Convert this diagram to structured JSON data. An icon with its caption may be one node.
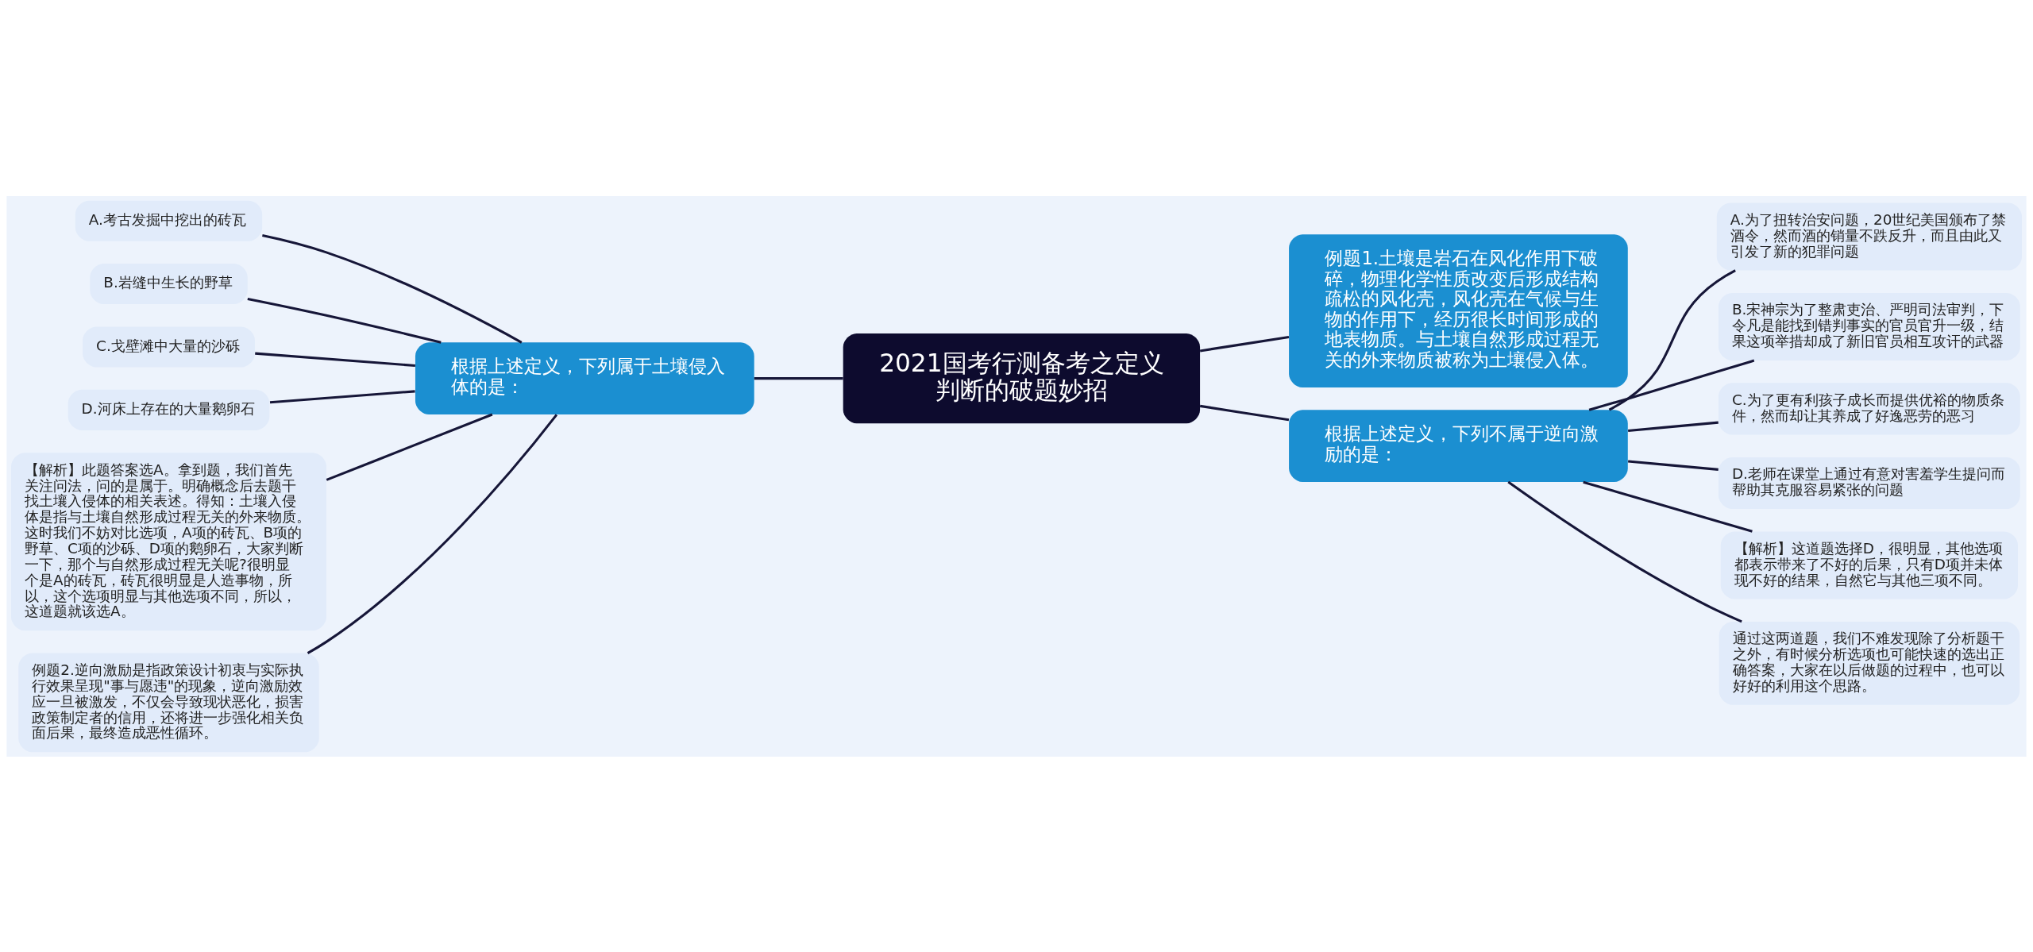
{
  "diagram": {
    "nodes": [
      {
        "text": [
          "2021国考行测备考之定义判断的破题妙招"
        ]
      },
      {
        "text": [
          "例题1.土壤是岩石在风化作用下破碎，物理化学性质改变后形成结构疏松的风化壳，风化壳在气候与生物的作用下，经历很长时间形成的地表物质。与土壤自然形成过程无关的外来物质被称为土壤侵入体。"
        ]
      },
      {
        "text": [
          "根据上述定义，下列属于土壤侵入体的是："
        ]
      },
      {
        "text": [
          "A.考古发掘中挖出的砖瓦"
        ]
      },
      {
        "text": [
          "B.岩缝中生长的野草"
        ]
      },
      {
        "text": [
          "C.戈壁滩中大量的沙砾"
        ]
      },
      {
        "text": [
          "D.河床上存在的大量鹅卵石"
        ]
      },
      {
        "text": [
          "【解析】此题答案选A。拿到题，我们首先关注问法，问的是属于。明确概念后去题干找土壤入侵体的相关表述。得知：土壤入侵体是指与土壤自然形成过程无关的外来物质。这时我们不妨对比选项，A项的砖瓦、B项的野草、C项的沙砾、D项的鹅卵石，大家判断一下，那个与自然形成过程无关呢?很明显个是A的砖瓦，砖瓦很明显是人造事物，所以，这个选项明显与其他选项不同，所以，这道题就该选A。"
        ]
      },
      {
        "text": [
          "例题2.逆向激励是指政策设计初衷与实际执行效果呈现\"事与愿违\"的现象，逆向激励效应一旦被激发，不仅会导致现状恶化，损害政策制定者的信用，还将进一步强化相关负面后果，最终造成恶性循环。"
        ]
      },
      {
        "text": [
          "根据上述定义，下列不属于逆向激励的是："
        ]
      },
      {
        "text": [
          "A.为了扭转治安问题，20世纪美国颁布了禁酒令，然而酒的销量不跌反升，而且由此又引发了新的犯罪问题"
        ]
      },
      {
        "text": [
          "B.宋神宗为了整肃吏治、严明司法审判，下令凡是能找到错判事实的官员官升一级，结果这项举措却成了新旧官员相互攻讦的武器"
        ]
      },
      {
        "text": [
          "C.为了更有利孩子成长而提供优裕的物质条件，然而却让其养成了好逸恶劳的恶习"
        ]
      },
      {
        "text": [
          "D.老师在课堂上通过有意对害羞学生提问而帮助其克服容易紧张的问题"
        ]
      },
      {
        "text": [
          "【解析】这道题选择D，很明显，其他选项都表示带来了不好的后果，只有D项并未体现不好的结果，自然它与其他三项不同。"
        ]
      },
      {
        "text": [
          "通过这两道题，我们不难发现除了分析题干之外，有时候分析选项也可能快速的选出正确答案，大家在以后做题的过程中，也可以好好的利用这个思路。"
        ]
      }
    ],
    "edges": [
      {
        "from": 0,
        "to": 1,
        "arrow": "none"
      },
      {
        "from": 0,
        "to": 2,
        "arrow": "none"
      },
      {
        "from": 0,
        "to": 9,
        "arrow": "none"
      },
      {
        "from": 2,
        "to": 3,
        "arrow": "none"
      },
      {
        "from": 2,
        "to": 4,
        "arrow": "none"
      },
      {
        "from": 2,
        "to": 5,
        "arrow": "none"
      },
      {
        "from": 2,
        "to": 6,
        "arrow": "none"
      },
      {
        "from": 2,
        "to": 7,
        "arrow": "none"
      },
      {
        "from": 2,
        "to": 8,
        "arrow": "none"
      },
      {
        "from": 9,
        "to": 10,
        "arrow": "none"
      },
      {
        "from": 9,
        "to": 11,
        "arrow": "none"
      },
      {
        "from": 9,
        "to": 12,
        "arrow": "none"
      },
      {
        "from": 9,
        "to": 13,
        "arrow": "none"
      },
      {
        "from": 9,
        "to": 14,
        "arrow": "none"
      },
      {
        "from": 9,
        "to": 15,
        "arrow": "none"
      }
    ]
  }
}
